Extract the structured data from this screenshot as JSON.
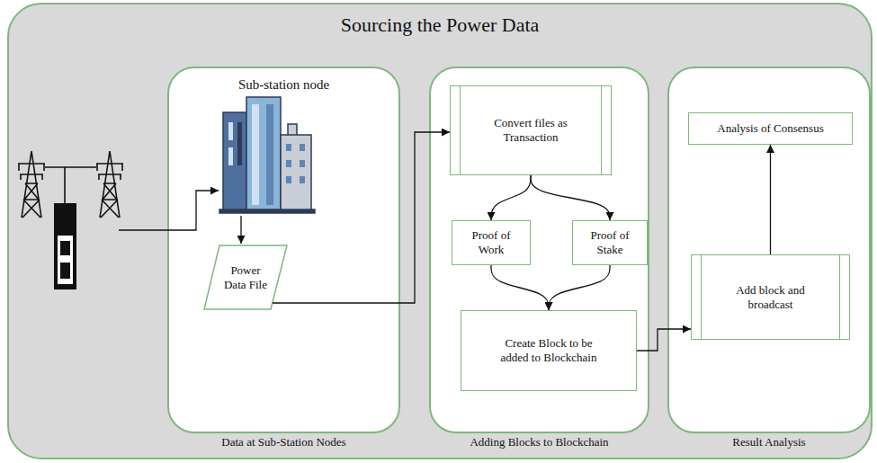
{
  "diagram": {
    "nodes": [
      {
        "text": [
          "Sourcing the Power Data"
        ]
      },
      {
        "text": [
          "Sub-station node",
          "Data at Sub-Station Nodes"
        ],
        "in": 0
      },
      {
        "text": [
          "Power Data File"
        ],
        "in": 1
      },
      {
        "text": [
          "Adding Blocks to Blockchain"
        ],
        "in": 0
      },
      {
        "text": [
          "Convert files as Transaction"
        ],
        "in": 3
      },
      {
        "text": [
          "Proof of Work"
        ],
        "in": 3
      },
      {
        "text": [
          "Proof of Stake"
        ],
        "in": 3
      },
      {
        "text": [
          "Create Block to be added to Blockchain"
        ],
        "in": 3
      },
      {
        "text": [
          "Result Analysis"
        ],
        "in": 0
      },
      {
        "text": [
          "Analysis of Consensus"
        ],
        "in": 8
      },
      {
        "text": [
          "Add block and broadcast"
        ],
        "in": 8
      }
    ],
    "edges": [
      {
        "from": 2,
        "to": 4,
        "arrow": "to"
      },
      {
        "from": 4,
        "to": 5,
        "arrow": "to"
      },
      {
        "from": 4,
        "to": 6,
        "arrow": "to"
      },
      {
        "from": 5,
        "to": 7,
        "arrow": "to"
      },
      {
        "from": 6,
        "to": 7,
        "arrow": "to"
      },
      {
        "from": 7,
        "to": 10,
        "arrow": "to"
      },
      {
        "from": 10,
        "to": 9,
        "arrow": "to"
      }
    ]
  }
}
